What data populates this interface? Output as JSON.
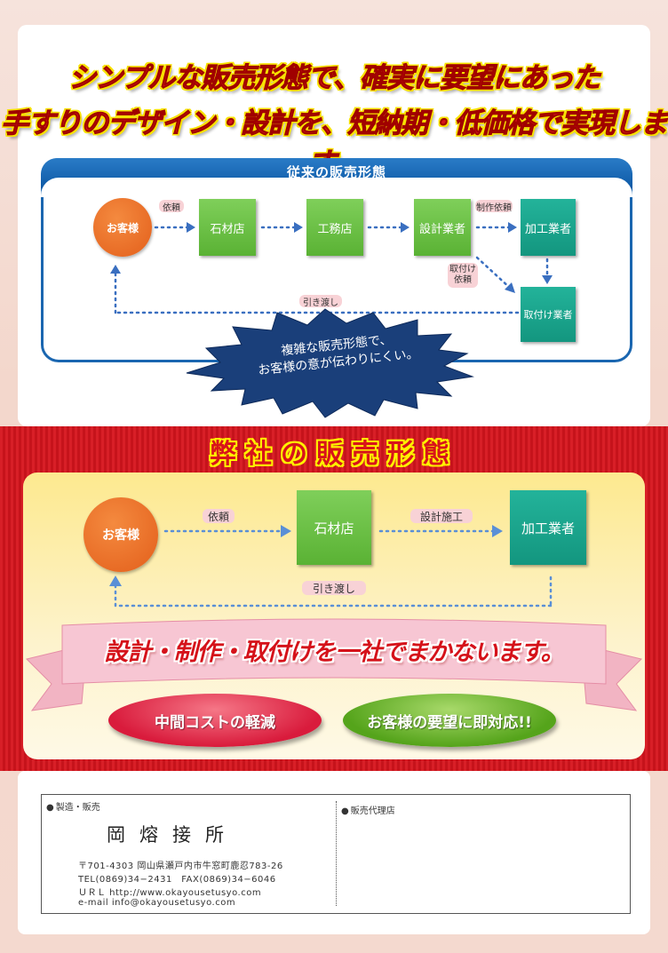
{
  "headline": {
    "line1": "シンプルな販売形態で、確実に要望にあった",
    "line2": "手すりのデザイン・設計を、短納期・低価格で実現します。"
  },
  "old_flow": {
    "title": "従来の販売形態",
    "customer": "お客様",
    "stone_shop": "石材店",
    "contractor": "工務店",
    "designer": "設計業者",
    "processor": "加工業者",
    "installer": "取付け業者",
    "label_request": "依頼",
    "label_production_request": "制作依頼",
    "label_install_request": "取付け\n依頼",
    "label_handover": "引き渡し",
    "burst_text_line1": "複雑な販売形態で、",
    "burst_text_line2": "お客様の意が伝わりにくい。"
  },
  "our_flow": {
    "title": "弊社の販売形態",
    "customer": "お客様",
    "stone_shop": "石材店",
    "processor": "加工業者",
    "label_request": "依頼",
    "label_design": "設計施工",
    "label_handover": "引き渡し",
    "ribbon_text": "設計・制作・取付けを一社でまかないます。",
    "oval_cost": "中間コストの軽減",
    "oval_request": "お客様の要望に即対応!!"
  },
  "footer": {
    "maker_label": "製造・販売",
    "company": "岡熔接所",
    "address": "〒701-4303 岡山県瀬戸内市牛窓町鹿忍783-26",
    "tel_fax": "TEL(0869)34−2431　FAX(0869)34−6046",
    "url": "ＵＲＬ http://www.okayousetusyo.com",
    "email": "e-mail info@okayousetusyo.com",
    "agent_label": "販売代理店"
  },
  "colors": {
    "headline_red": "#d4151b",
    "headline_yellow": "#f7e200",
    "blue_frame": "#1a66b0",
    "customer_orange": "#e35f1b",
    "box_green": "#5ab234",
    "box_teal": "#13967f",
    "band_red": "#d81f27"
  }
}
